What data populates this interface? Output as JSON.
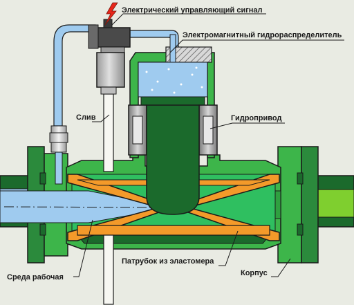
{
  "labels": {
    "signal": "Электрический управляющий сигнал",
    "solenoid_valve": "Электромагнитный гидрораспределитель",
    "drain": "Слив",
    "hydraulic_actuator": "Гидропривод",
    "working_medium": "Среда рабочая",
    "elastomer_sleeve": "Патрубок из эластомера",
    "body": "Корпус"
  },
  "colors": {
    "background": "#e9ebe3",
    "body_green": "#3db54a",
    "dark_green": "#1b6a2c",
    "flange_green": "#2b8a3c",
    "water_blue": "#9fcbef",
    "sleeve_orange": "#f39a2a",
    "valve_gray": "#8a8a8a",
    "outline": "#1a1a1a",
    "lightning": "#e8261a"
  },
  "icons": {
    "signal": "lightning-bolt-icon"
  }
}
